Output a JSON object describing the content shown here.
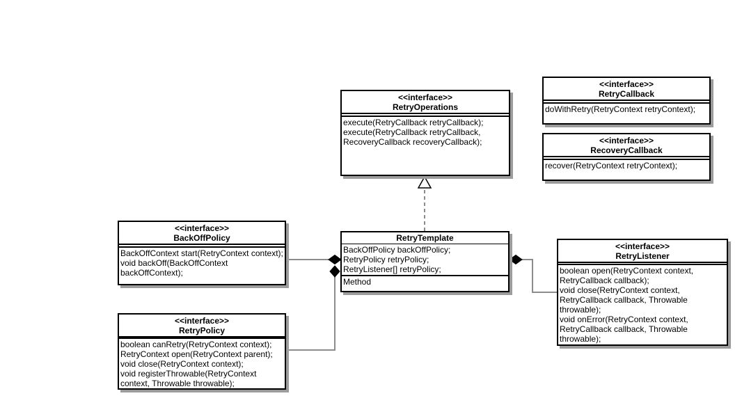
{
  "diagram": {
    "type": "uml-class-diagram"
  },
  "colors": {
    "background": "#ffffff",
    "box_fill": "#ffffff",
    "box_border": "#000000",
    "text": "#000000",
    "connector": "#8c8c8c",
    "shadow": "#9c9c9c"
  },
  "classes": {
    "retry_operations": {
      "stereotype": "<<interface>>",
      "name": "RetryOperations",
      "methods": [
        "execute(RetryCallback retryCallback);",
        "execute(RetryCallback retryCallback,",
        "RecoveryCallback recoveryCallback);"
      ]
    },
    "retry_callback": {
      "stereotype": "<<interface>>",
      "name": "RetryCallback",
      "methods": [
        "doWithRetry(RetryContext retryContext);"
      ]
    },
    "recovery_callback": {
      "stereotype": "<<interface>>",
      "name": "RecoveryCallback",
      "methods": [
        "recover(RetryContext retryContext);"
      ]
    },
    "back_off_policy": {
      "stereotype": "<<interface>>",
      "name": "BackOffPolicy",
      "methods": [
        "BackOffContext start(RetryContext context);",
        "void backOff(BackOffContext",
        "backOffContext);"
      ]
    },
    "retry_policy": {
      "stereotype": "<<interface>>",
      "name": "RetryPolicy",
      "methods": [
        "boolean canRetry(RetryContext context);",
        "RetryContext open(RetryContext parent);",
        "void close(RetryContext context);",
        "void registerThrowable(RetryContext",
        "context, Throwable throwable);"
      ]
    },
    "retry_template": {
      "stereotype": "",
      "name": "RetryTemplate",
      "attributes": [
        "BackOffPolicy backOffPolicy;",
        "RetryPolicy retryPolicy;",
        "RetryListener[] retryPolicy;"
      ],
      "methods": [
        "Method"
      ]
    },
    "retry_listener": {
      "stereotype": "<<interface>>",
      "name": "RetryListener",
      "methods": [
        "boolean open(RetryContext context,",
        "RetryCallback callback);",
        "void close(RetryContext context,",
        "RetryCallback callback, Throwable",
        "throwable);",
        "void onError(RetryContext context,",
        "RetryCallback callback, Throwable",
        "throwable);"
      ]
    }
  },
  "relationships": [
    {
      "from": "RetryTemplate",
      "to": "RetryOperations",
      "type": "realization",
      "marker": "hollow-triangle",
      "line": "dashed"
    },
    {
      "from": "RetryTemplate",
      "to": "BackOffPolicy",
      "type": "composition",
      "marker": "filled-diamond",
      "line": "solid"
    },
    {
      "from": "RetryTemplate",
      "to": "RetryPolicy",
      "type": "composition",
      "marker": "filled-diamond",
      "line": "solid"
    },
    {
      "from": "RetryTemplate",
      "to": "RetryListener",
      "type": "composition",
      "marker": "filled-diamond",
      "line": "solid"
    }
  ]
}
